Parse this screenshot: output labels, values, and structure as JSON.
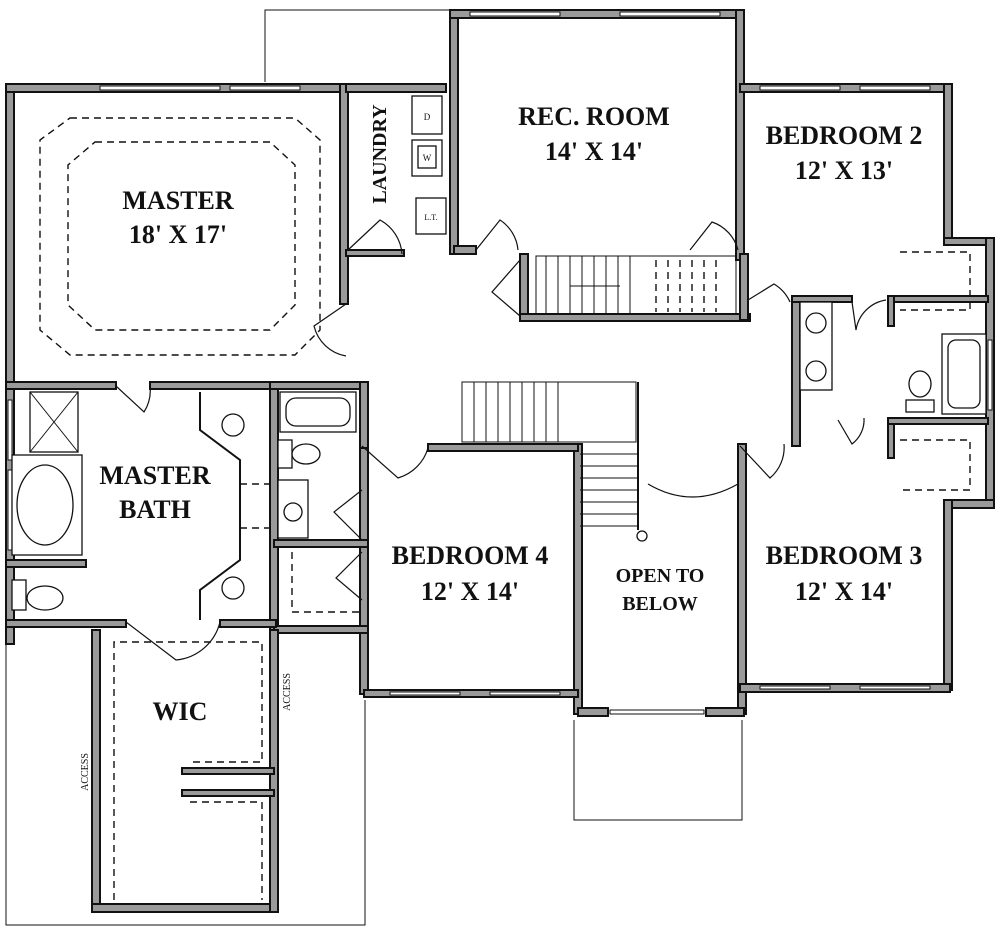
{
  "rooms": {
    "master": {
      "name": "MASTER",
      "size": "18' X 17'"
    },
    "laundry": {
      "name": "LAUNDRY"
    },
    "rec_room": {
      "name": "REC. ROOM",
      "size": "14' X 14'"
    },
    "bedroom2": {
      "name": "BEDROOM 2",
      "size": "12' X 13'"
    },
    "master_bath": {
      "name_line1": "MASTER",
      "name_line2": "BATH"
    },
    "bedroom4": {
      "name": "BEDROOM 4",
      "size": "12' X 14'"
    },
    "open_to_below": {
      "line1": "OPEN TO",
      "line2": "BELOW"
    },
    "bedroom3": {
      "name": "BEDROOM 3",
      "size": "12' X 14'"
    },
    "wic": {
      "name": "WIC"
    }
  },
  "labels": {
    "access": "ACCESS",
    "dryer": "D",
    "washer": "W",
    "laundry_tub": "L.T."
  }
}
